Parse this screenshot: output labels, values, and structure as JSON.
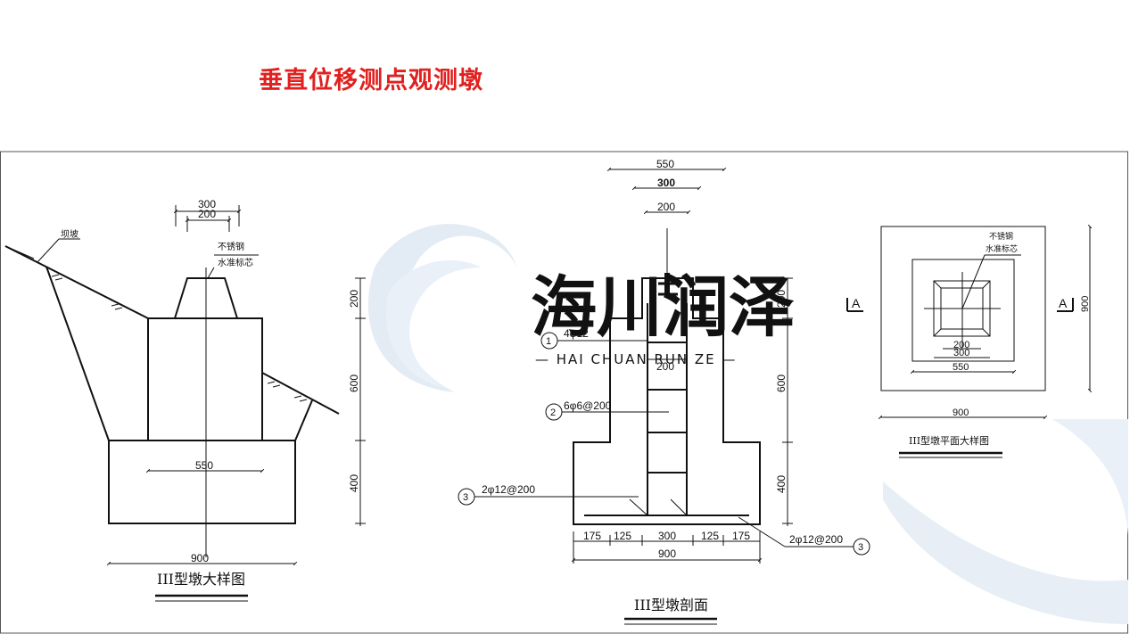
{
  "page": {
    "title": "垂直位移测点观测墩",
    "page_border_color": "#555555",
    "title_color": "#e0211f"
  },
  "watermark": {
    "brand_cn": "海川润泽",
    "brand_en": "— HAI CHUAN RUN ZE —",
    "color": "#dde6f0",
    "icon": "swoosh-logo-icon"
  },
  "detail_view": {
    "caption": "III型墩大样图",
    "slope_label": "坝坡",
    "marker_label_1": "不锈钢",
    "marker_label_2": "水准标芯",
    "dim_top_outer": "300",
    "dim_top_inner": "200",
    "dim_body": "550",
    "dim_base": "900",
    "dim_h1": "200",
    "dim_h2": "600",
    "dim_h3": "400"
  },
  "section_view": {
    "caption": "III型墩剖面",
    "dim_top_550": "550",
    "dim_top_300": "300",
    "dim_top_200": "200",
    "dim_inner_200": "200",
    "dim_h1": "200",
    "dim_h2": "600",
    "dim_h3": "400",
    "dim_b1": "175",
    "dim_b2": "125",
    "dim_b3": "300",
    "dim_b4": "125",
    "dim_b5": "175",
    "dim_total": "900",
    "callouts": [
      {
        "num": "1",
        "label": "4φ12"
      },
      {
        "num": "2",
        "label": "6φ6@200"
      },
      {
        "num": "3",
        "label": "2φ12@200"
      },
      {
        "num": "3",
        "label": "2φ12@200"
      }
    ]
  },
  "plan_view": {
    "caption": "III型墩平面大样图",
    "marker_label_1": "不锈钢",
    "marker_label_2": "水准标芯",
    "section_left": "A",
    "section_right": "A",
    "dim_200": "200",
    "dim_300": "300",
    "dim_550": "550",
    "dim_900_bottom": "900",
    "dim_900_right": "900"
  }
}
